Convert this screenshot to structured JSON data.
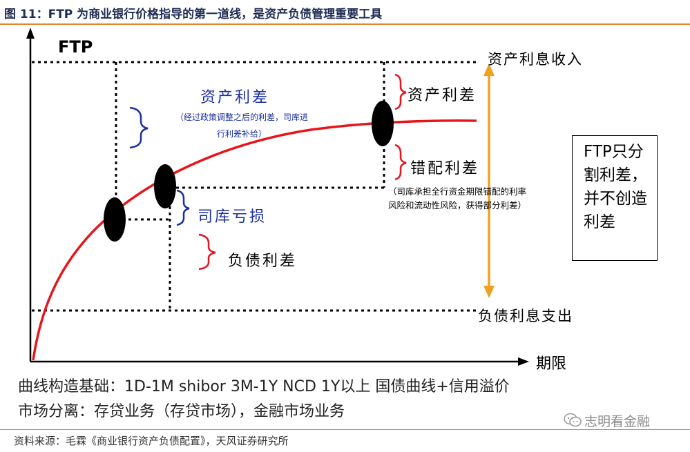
{
  "header": {
    "title": "图 11：FTP 为商业银行价格指导的第一道线，是资产负债管理重要工具"
  },
  "diagram": {
    "y_axis_label": "FTP",
    "x_axis_label": "期限",
    "top_line_label": "资产利息收入",
    "bottom_line_label": "负债利息支出",
    "asset_spread_center": "资产利差",
    "asset_spread_note": "（经过政策调整之后的利差，司库进行利差补给）",
    "treasury_loss": "司库亏损",
    "liability_spread": "负债利差",
    "asset_spread_right": "资产利差",
    "mismatch_spread": "错配利差",
    "mismatch_note": "（司库承担全行资金期限错配的利率风险和流动性风险，获得部分利差）",
    "ftp_box_text": "FTP只分割利差，并不创造利差",
    "colors": {
      "curve": "#e8141b",
      "brace_blue": "#1a2fa0",
      "brace_red": "#e8141b",
      "arrow": "#f0a020",
      "markers": "#000000"
    }
  },
  "notes": {
    "basis": "曲线构造基础：1D-1M shibor  3M-1Y  NCD  1Y以上 国债曲线+信用溢价",
    "separation": "市场分离：存贷业务（存贷市场），金融市场业务"
  },
  "watermark": {
    "icon": "wechat-icon",
    "text": "志明看金融"
  },
  "source": "资料来源：毛霖《商业银行资产负债配置》，天风证券研究所"
}
